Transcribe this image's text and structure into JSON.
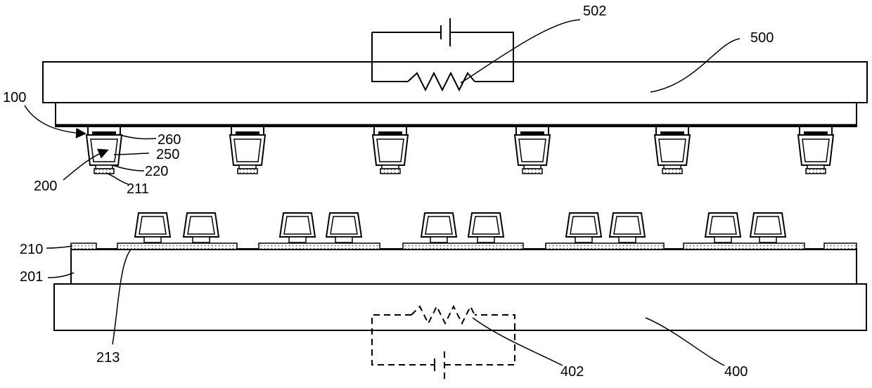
{
  "labels": {
    "l502": "502",
    "l500": "500",
    "l100": "100",
    "l260": "260",
    "l250": "250",
    "l220": "220",
    "l200": "200",
    "l211": "211",
    "l210": "210",
    "l201": "201",
    "l213": "213",
    "l402": "402",
    "l400": "400"
  }
}
